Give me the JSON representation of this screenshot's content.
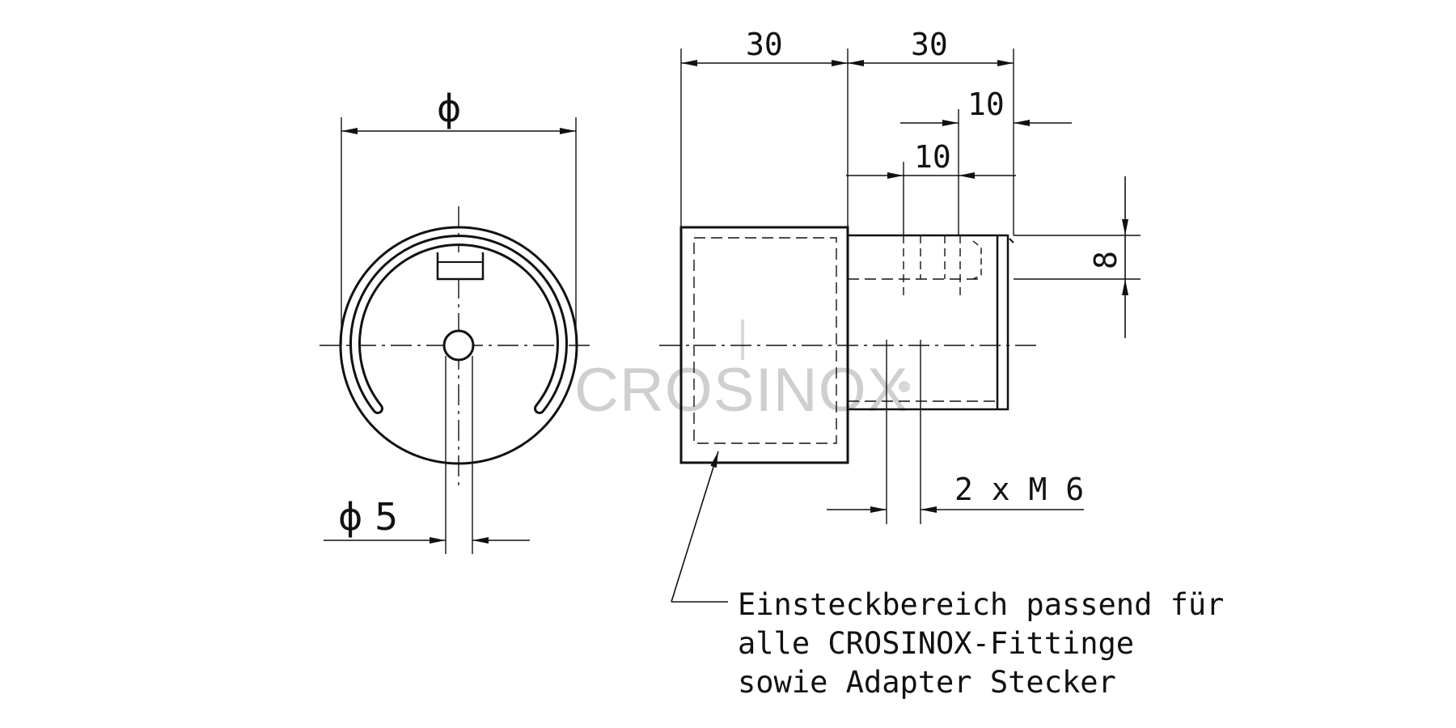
{
  "front_view": {
    "diameter_symbol": "ϕ",
    "hole_label": "ϕ 5"
  },
  "side_view": {
    "dim_top_left": "30",
    "dim_top_right": "30",
    "dim_upper_small": "10",
    "dim_lower_small": "10",
    "dim_height": "8",
    "thread_label": "2 x M 6"
  },
  "note_lines": [
    "Einsteckbereich passend  für",
    "alle CROSINOX-Fittinge",
    "sowie Adapter Stecker"
  ],
  "watermark": "CROSINOX"
}
